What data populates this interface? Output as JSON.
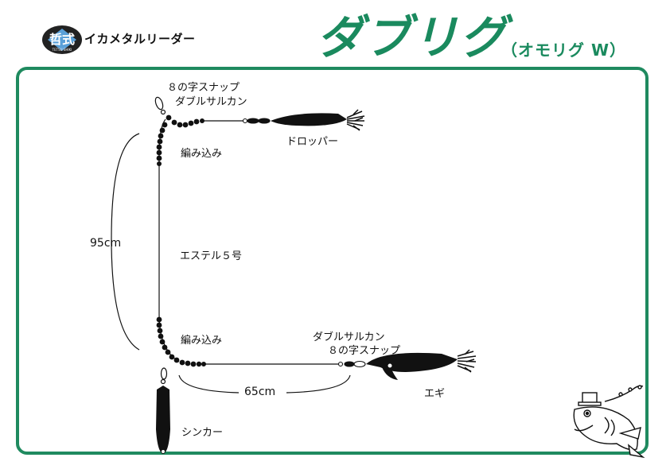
{
  "header": {
    "logo_name": "哲式",
    "logo_sub": "TETSU SHIKI",
    "brand": "イカメタルリーダー",
    "title": "ダブリグ",
    "subtitle": "（オモリグ W）"
  },
  "labels": {
    "snap_top_1": "８の字スナップ",
    "snap_top_2": "ダブルサルカン",
    "dropper": "ドロッパー",
    "braid_top": "編み込み",
    "length": "95cm",
    "line": "エステル５号",
    "braid_bottom": "編み込み",
    "snap_bottom_1": "ダブルサルカン",
    "snap_bottom_2": "８の字スナップ",
    "branch_length": "65cm",
    "egi": "エギ",
    "sinker": "シンカー"
  },
  "colors": {
    "accent": "#1f8a5f",
    "ink": "#111111"
  }
}
